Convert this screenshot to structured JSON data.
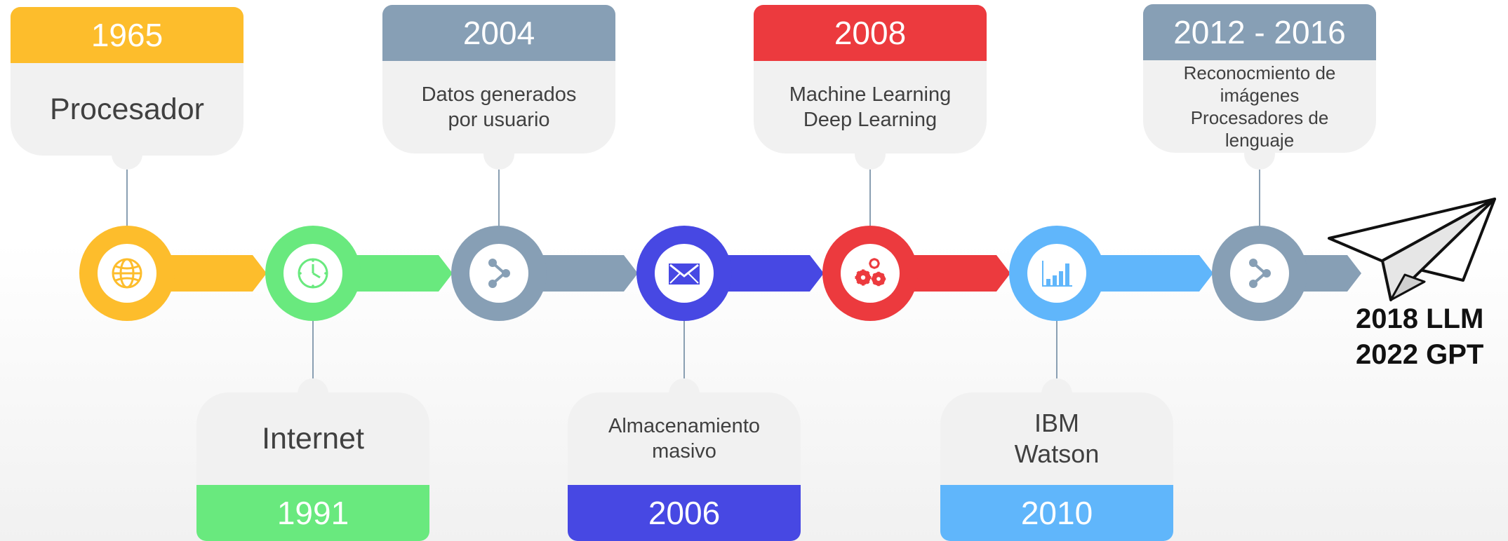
{
  "colors": {
    "yellow": "#fdbd2c",
    "green": "#69e97e",
    "slate": "#879fb5",
    "indigo": "#4748e3",
    "red": "#ec3a3e",
    "sky": "#60b6fb",
    "card": "#f1f1f1",
    "text": "#404040"
  },
  "milestones": [
    {
      "year": "1965",
      "label": "Procesador",
      "position": "top",
      "color": "yellow",
      "icon": "globe-icon"
    },
    {
      "year": "1991",
      "label": "Internet",
      "position": "bottom",
      "color": "green",
      "icon": "clock-icon"
    },
    {
      "year": "2004",
      "label": "Datos generados\npor usuario",
      "position": "top",
      "color": "slate",
      "icon": "share-icon"
    },
    {
      "year": "2006",
      "label": "Almacenamiento\nmasivo",
      "position": "bottom",
      "color": "indigo",
      "icon": "envelope-icon"
    },
    {
      "year": "2008",
      "label": "Machine Learning\nDeep Learning",
      "position": "top",
      "color": "red",
      "icon": "gears-icon"
    },
    {
      "year": "2010",
      "label": "IBM\nWatson",
      "position": "bottom",
      "color": "sky",
      "icon": "bar-chart-icon"
    },
    {
      "year": "2012 - 2016",
      "label": "Reconocmiento de\nimágenes\nProcesadores de\nlenguaje",
      "position": "top",
      "color": "slate",
      "icon": "share-icon"
    }
  ],
  "final": {
    "line1": "2018 LLM",
    "line2": "2022 GPT",
    "icon": "paper-plane-icon"
  }
}
